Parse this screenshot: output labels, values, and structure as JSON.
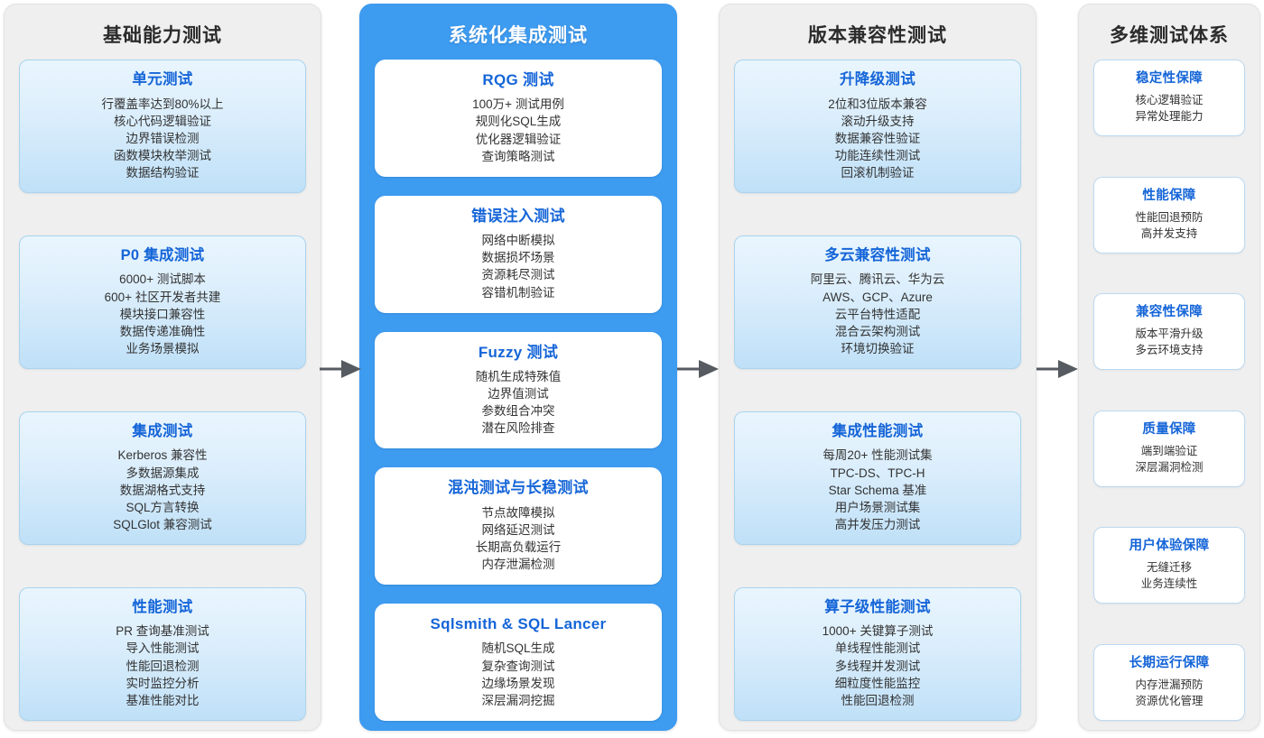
{
  "diagram": {
    "arrow_color": "#555b60",
    "accent_color": "#3d9bf0",
    "card_title_color": "#1565d8",
    "panel_bg": "#efefef"
  },
  "columns": [
    {
      "id": "col1",
      "title": "基础能力测试",
      "style": "plain",
      "cards": [
        {
          "title": "单元测试",
          "lines": [
            "行覆盖率达到80%以上",
            "核心代码逻辑验证",
            "边界错误检测",
            "函数模块枚举测试",
            "数据结构验证"
          ]
        },
        {
          "title": "P0 集成测试",
          "lines": [
            "6000+ 测试脚本",
            "600+ 社区开发者共建",
            "模块接口兼容性",
            "数据传递准确性",
            "业务场景模拟"
          ]
        },
        {
          "title": "集成测试",
          "lines": [
            "Kerberos 兼容性",
            "多数据源集成",
            "数据湖格式支持",
            "SQL方言转换",
            "SQLGlot 兼容测试"
          ]
        },
        {
          "title": "性能测试",
          "lines": [
            "PR 查询基准测试",
            "导入性能测试",
            "性能回退检测",
            "实时监控分析",
            "基准性能对比"
          ]
        }
      ]
    },
    {
      "id": "col2",
      "title": "系统化集成测试",
      "style": "accent",
      "cards": [
        {
          "title": "RQG 测试",
          "lines": [
            "100万+ 测试用例",
            "规则化SQL生成",
            "优化器逻辑验证",
            "查询策略测试"
          ]
        },
        {
          "title": "错误注入测试",
          "lines": [
            "网络中断模拟",
            "数据损坏场景",
            "资源耗尽测试",
            "容错机制验证"
          ]
        },
        {
          "title": "Fuzzy 测试",
          "lines": [
            "随机生成特殊值",
            "边界值测试",
            "参数组合冲突",
            "潜在风险排查"
          ]
        },
        {
          "title": "混沌测试与长稳测试",
          "lines": [
            "节点故障模拟",
            "网络延迟测试",
            "长期高负载运行",
            "内存泄漏检测"
          ]
        },
        {
          "title": "Sqlsmith & SQL Lancer",
          "lines": [
            "随机SQL生成",
            "复杂查询测试",
            "边缘场景发现",
            "深层漏洞挖掘"
          ]
        }
      ]
    },
    {
      "id": "col3",
      "title": "版本兼容性测试",
      "style": "plain",
      "cards": [
        {
          "title": "升降级测试",
          "lines": [
            "2位和3位版本兼容",
            "滚动升级支持",
            "数据兼容性验证",
            "功能连续性测试",
            "回滚机制验证"
          ]
        },
        {
          "title": "多云兼容性测试",
          "lines": [
            "阿里云、腾讯云、华为云",
            "AWS、GCP、Azure",
            "云平台特性适配",
            "混合云架构测试",
            "环境切换验证"
          ]
        },
        {
          "title": "集成性能测试",
          "lines": [
            "每周20+ 性能测试集",
            "TPC-DS、TPC-H",
            "Star Schema 基准",
            "用户场景测试集",
            "高并发压力测试"
          ]
        },
        {
          "title": "算子级性能测试",
          "lines": [
            "1000+ 关键算子测试",
            "单线程性能测试",
            "多线程并发测试",
            "细粒度性能监控",
            "性能回退检测"
          ]
        }
      ]
    },
    {
      "id": "col4",
      "title": "多维测试体系",
      "style": "plain",
      "cards": [
        {
          "title": "稳定性保障",
          "lines": [
            "核心逻辑验证",
            "异常处理能力"
          ]
        },
        {
          "title": "性能保障",
          "lines": [
            "性能回退预防",
            "高并发支持"
          ]
        },
        {
          "title": "兼容性保障",
          "lines": [
            "版本平滑升级",
            "多云环境支持"
          ]
        },
        {
          "title": "质量保障",
          "lines": [
            "端到端验证",
            "深层漏洞检测"
          ]
        },
        {
          "title": "用户体验保障",
          "lines": [
            "无缝迁移",
            "业务连续性"
          ]
        },
        {
          "title": "长期运行保障",
          "lines": [
            "内存泄漏预防",
            "资源优化管理"
          ]
        }
      ]
    }
  ],
  "arrows": [
    {
      "name": "arrow-col1-to-col2",
      "label": "flow-right"
    },
    {
      "name": "arrow-col2-to-col3",
      "label": "flow-right"
    },
    {
      "name": "arrow-col3-to-col4",
      "label": "flow-right"
    }
  ]
}
